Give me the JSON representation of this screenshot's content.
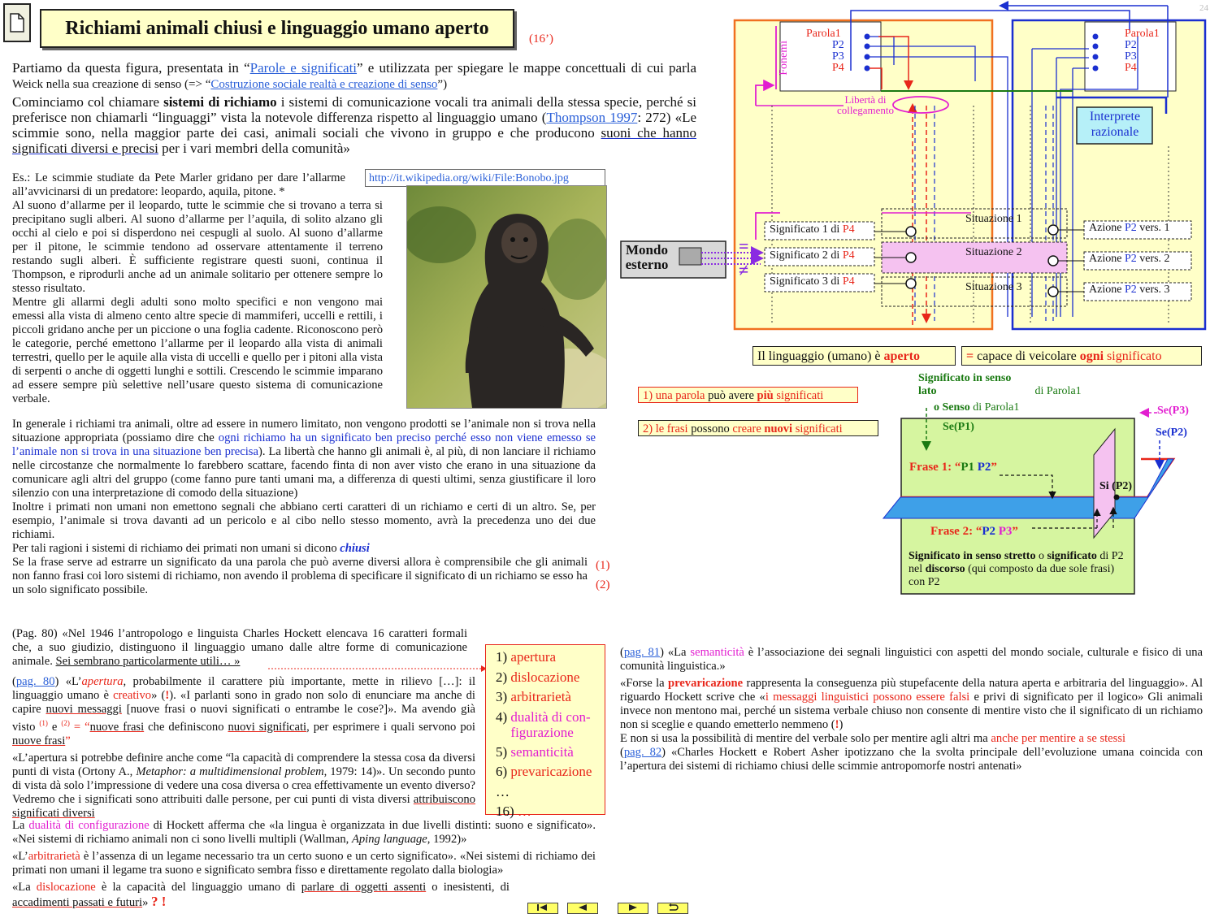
{
  "page_number": "24",
  "title": "Richiami animali chiusi e  linguaggio umano aperto",
  "duration": "(16’)",
  "lead": {
    "p1_a": "Partiamo da questa figura, presentata in “",
    "p1_link": "Parole e significati",
    "p1_b": "” e utilizzata per spiegare le mappe concettuali di cui parla ",
    "p1_small": "Weick nella sua creazione di senso (=> “",
    "p1_link2": "Costruzione sociale realtà e creazione di senso",
    "p1_c": "”)",
    "p2_a": "Cominciamo col chiamare ",
    "p2_bold": "sistemi di richiamo",
    "p2_b": " i sistemi di comunicazione vocali tra animali della stessa specie, perché si preferisce non chiamarli “linguaggi” vista la notevole differenza rispetto al linguaggio umano (",
    "p2_link": "Thompson 1997",
    "p2_c": ": 272) «Le scimmie sono, nella maggior parte  dei casi, animali sociali che vivono in gruppo e che producono ",
    "p2_ul": "suoni che hanno significati  diversi e precisi",
    "p2_d": " per i vari membri della comunità»"
  },
  "photo": {
    "url": "http://it.wikipedia.org/wiki/File:Bonobo.jpg"
  },
  "example": {
    "p1": "Es.: Le scimmie studiate da Pete Marler gridano per dare l’allarme all’avvicinarsi di un predatore: leopardo, aquila, pitone. *",
    "p2": "Al suono d’allarme per il leopardo, tutte le scimmie che si trovano a terra si precipitano sugli alberi. Al suono d’allarme per l’aquila, di solito alzano gli occhi al cielo e poi si disperdono nei cespugli al suolo. Al suono d’allarme per il pitone, le scimmie tendono ad osservare attentamente il terreno restando sugli alberi. È  sufficiente registrare questi suoni, continua il Thompson, e riprodurli anche ad un animale solitario per ottenere sempre lo stesso risultato.",
    "p3": "Mentre gli allarmi degli adulti sono molto specifici e non vengono mai emessi alla vista di almeno cento altre specie di mammiferi, uccelli e rettili, i piccoli gridano anche per un piccione o una foglia cadente. Riconoscono però le categorie, perché emettono l’allarme per il leopardo alla vista di animali terrestri, quello per le aquile alla vista di uccelli e quello per i pitoni alla vista di serpenti o anche di oggetti lunghi e sottili. Crescendo le scimmie imparano ad essere sempre più selettive nell’usare questo sistema di comunicazione verbale."
  },
  "general": {
    "p1_a": "In generale i richiami tra animali, oltre ad essere in numero limitato, non vengono prodotti se l’animale non si trova nella situazione appropriata  (possiamo dire che ",
    "p1_blue": "ogni richiamo ha un significato ben preciso perché esso non viene emesso se l’animale non si trova in una situazione ben precisa",
    "p1_b": "). La libertà che hanno gli animali è, al più, di non lanciare il richiamo nelle circostanze che normalmente lo farebbero scattare, facendo finta di non aver visto che erano in una situazione da comunicare agli altri del gruppo (come fanno pure tanti umani ma, a differenza di questi ultimi, senza giustificare il loro silenzio con una interpretazione di comodo della situazione)",
    "p2": "Inoltre i primati non umani non emettono segnali che abbiano certi caratteri di un richiamo e certi di un altro. Se, per esempio, l’animale si trova davanti ad un pericolo e al cibo nello stesso momento, avrà la precedenza uno dei due richiami.",
    "p3_a": "Per tali ragioni i sistemi di richiamo dei primati non umani si dicono ",
    "p3_b": "chiusi",
    "p4": "Se la frase serve ad estrarre un significato da una parola che può averne diversi allora è comprensibile che gli animali non fanno frasi coi loro sistemi di richiamo, non avendo il problema di specificare il significato di un richiamo se esso ha un solo significato possibile.",
    "ref1": "(1)",
    "ref2": "(2)"
  },
  "diagram": {
    "fonemi": "Fonemi",
    "left_words": [
      "Parola1",
      "P2",
      "P3",
      "P4"
    ],
    "right_words": [
      "Parola1",
      "P2",
      "P3",
      "P4"
    ],
    "liberta": "Libertà di collegamento",
    "interprete": "Interprete razionale",
    "mondo": "Mondo esterno",
    "eq": "=",
    "neq": "≠",
    "meanings": [
      {
        "a": "Significato 1 di ",
        "b": "P4"
      },
      {
        "a": "Significato 2 di ",
        "b": "P4"
      },
      {
        "a": "Significato 3 di ",
        "b": "P4"
      }
    ],
    "situations": [
      "Situazione 1",
      "Situazione 2",
      "Situazione 3"
    ],
    "actions": [
      {
        "a": "Azione ",
        "b": "P2",
        "c": " vers. 1"
      },
      {
        "a": "Azione ",
        "b": "P2",
        "c": " vers. 2"
      },
      {
        "a": "Azione ",
        "b": "P2",
        "c": " vers. 3"
      }
    ],
    "open_a": "Il linguaggio (umano) è ",
    "open_b": "aperto",
    "cap_a": "= ",
    "cap_b": "capace di veicolare ",
    "cap_c": "ogni",
    "cap_d": " significato",
    "rule1_a": "1) una parola",
    "rule1_b": " può avere ",
    "rule1_c": "più",
    "rule1_d": " significati",
    "rule2_a": "2) le frasi",
    "rule2_b": " possono ",
    "rule2_c": "creare",
    "rule2_d": " ",
    "rule2_e": "nuovi",
    "rule2_f": " significati",
    "sig_lato_a": "Significato in senso lato",
    "sig_lato_b": " di Parola1",
    "senso_a": "o Senso",
    "senso_b": " di Parola1",
    "se_p1": "Se(P1)",
    "se_p2": "Se(P2)",
    "se_p3": "Se(P3)",
    "frase1_a": "Frase 1",
    "frase1_b": ": “",
    "frase1_c": "P1",
    "frase1_d": "P2",
    "frase1_e": "”",
    "si_p2": "Si (P2)",
    "frase2_a": "Frase 2",
    "frase2_b": ": “",
    "frase2_c": "P2",
    "frase2_d": "P3",
    "frase2_e": "”",
    "stretto_a": "Significato in senso stretto",
    "stretto_b": " o ",
    "stretto_c": "significato",
    "stretto_d": " di P2 nel ",
    "stretto_e": "discorso",
    "stretto_f": " (qui composto da due sole frasi) con P2"
  },
  "hockett": {
    "intro": "(Pag. 80)   «Nel 1946 l’antropologo e linguista Charles Hockett elencava 16 caratteri formali che, a suo giudizio, distinguono il linguaggio umano dalle altre forme di comunicazione animale. ",
    "intro_ul": "Sei sembrano particolarmente utili… »",
    "ap_link": "pag. 80",
    "ap_a": ") «L’",
    "ap_b": "apertura",
    "ap_c": ", probabilmente il carattere più importante, mette in rilievo […]: il linguaggio umano è ",
    "ap_d": "creativo",
    "ap_e": "» (",
    "ap_f": "!",
    "ap_g": ").  «I parlanti sono in grado non solo di enunciare ma anche di capire ",
    "ap_h": "nuovi messaggi",
    "ap_i": " [nuove frasi o nuovi significati o entrambe le cose?]». Ma avendo già visto ",
    "ap_s1": "(1)",
    "ap_j": " e ",
    "ap_s2": "(2)",
    "ap_k": " = “",
    "ap_l": "nuove frasi",
    "ap_m": " che definiscono ",
    "ap_n": "nuovi significati",
    "ap_o": ", per esprimere i quali servono poi ",
    "ap_p": "nuove frasi",
    "ap_q": "”",
    "ortony_a": "«L’apertura si potrebbe definire anche come “la capacità di comprendere la stessa cosa da diversi punti di vista (Ortony A., ",
    "ortony_b": "Metaphor: a multidimensional problem",
    "ortony_c": ", 1979: 14)».  Un secondo punto di vista dà solo l’impressione di vedere una cosa diversa o crea effettivamente un evento diverso? Vedremo  che  i  significati  sono attribuiti dalle persone, per cui punti di vista diversi ",
    "ortony_d": "attribuiscono significati diversi",
    "dual_a": "La ",
    "dual_b": "dualità di configurazione",
    "dual_c": " di Hockett afferma che «la lingua è organizzata in due livelli distinti: suono e significato». «Nei sistemi di richiamo animali non ci sono livelli multipli (Wallman, ",
    "dual_d": "Aping language",
    "dual_e": ", 1992)»",
    "arb_a": "«L’",
    "arb_b": "arbitrarietà",
    "arb_c": " è l’assenza di un legame necessario tra un certo suono e un certo significato».    «Nei  sistemi di richiamo dei primati non umani il legame tra suono e significato sembra fisso e direttamente regolato dalla biologia»",
    "dis_a": "«La ",
    "dis_b": "dislocazione",
    "dis_c": " è la capacità del linguaggio umano di ",
    "dis_d": "parlare di oggetti assenti",
    "dis_e": " o inesistenti, di ",
    "dis_f": "accadimenti passati e futuri",
    "dis_g": "» ",
    "dis_h": "? !"
  },
  "features": [
    {
      "n": "1) ",
      "t": "apertura"
    },
    {
      "n": "2) ",
      "t": "dislocazione"
    },
    {
      "n": "3) ",
      "t": "arbitrarietà"
    },
    {
      "n": "4) ",
      "t": "dualità di con-figurazione"
    },
    {
      "n": "5) ",
      "t": "semanticità"
    },
    {
      "n": "6) ",
      "t": "prevaricazione"
    },
    {
      "n": "…",
      "t": ""
    },
    {
      "n": "16) ",
      "t": "…"
    }
  ],
  "right_text": {
    "sem_link": "pag. 81",
    "sem_a": ") «La ",
    "sem_b": "semanticità",
    "sem_c": " è l’associazione dei segnali linguistici con aspetti del mondo sociale, culturale e fisico di una comunità linguistica.»",
    "prev_a": "«Forse la ",
    "prev_b": "prevaricazione",
    "prev_c": " rappresenta la conseguenza più stupefacente della natura aperta e arbitraria del linguaggio». Al riguardo Hockett scrive che «",
    "prev_d": "i messaggi linguistici possono essere falsi",
    "prev_e": "  e privi di significato per il logico»  Gli animali invece non mentono mai, perché un sistema verbale chiuso non consente di mentire visto che il significato di un richiamo non si sceglie e quando emetterlo nemmeno   (",
    "prev_f": "!",
    "prev_g": ")",
    "lie_a": "E non si usa la possibilità di mentire del verbale solo per mentire agli altri ma ",
    "lie_b": "anche per mentire a se stessi",
    "ash_link": "pag. 82",
    "ash_a": ") «Charles Hockett e Robert Asher ipotizzano che la svolta principale dell’evoluzione umana coincida con l’apertura dei sistemi di richiamo chiusi delle scimmie antropomorfe nostri antenati»"
  },
  "nav": [
    "first",
    "prev",
    "next",
    "back"
  ]
}
